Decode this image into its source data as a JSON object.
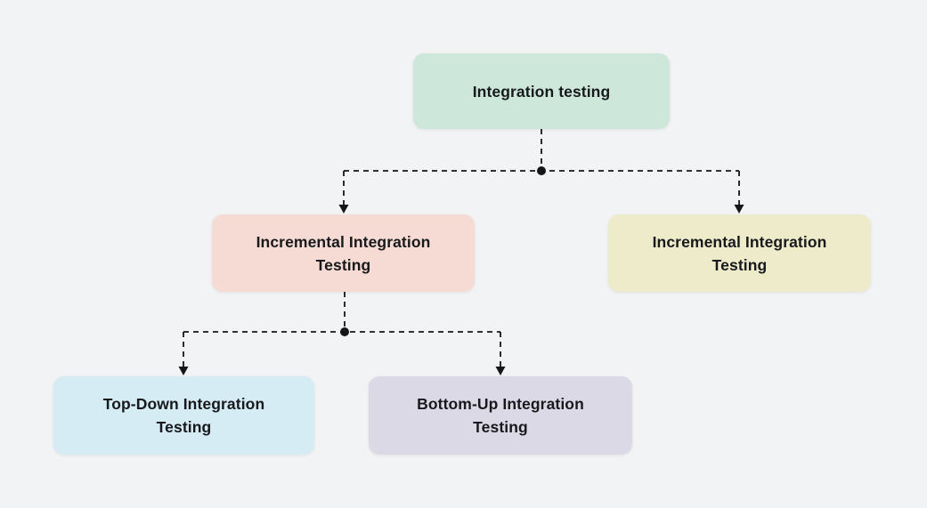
{
  "colors": {
    "background": "#f2f3f5",
    "connector": "#161616",
    "text": "#17191c"
  },
  "nodes": [
    {
      "id": "integration-testing",
      "label": "Integration testing",
      "color": "#cde8db"
    },
    {
      "id": "incremental-integration-left",
      "label": "Incremental Integration Testing",
      "color": "#f6dbd5"
    },
    {
      "id": "incremental-integration-right",
      "label": "Incremental Integration Testing",
      "color": "#eeebcb"
    },
    {
      "id": "top-down-integration",
      "label": "Top-Down Integration Testing",
      "color": "#d5ecf5"
    },
    {
      "id": "bottom-up-integration",
      "label": "Bottom-Up Integration Testing",
      "color": "#dcd9e6"
    }
  ],
  "edges": [
    {
      "from": "integration-testing",
      "to": "incremental-integration-left",
      "style": "dashed-arrow"
    },
    {
      "from": "integration-testing",
      "to": "incremental-integration-right",
      "style": "dashed-arrow"
    },
    {
      "from": "incremental-integration-left",
      "to": "top-down-integration",
      "style": "dashed-arrow"
    },
    {
      "from": "incremental-integration-left",
      "to": "bottom-up-integration",
      "style": "dashed-arrow"
    }
  ]
}
